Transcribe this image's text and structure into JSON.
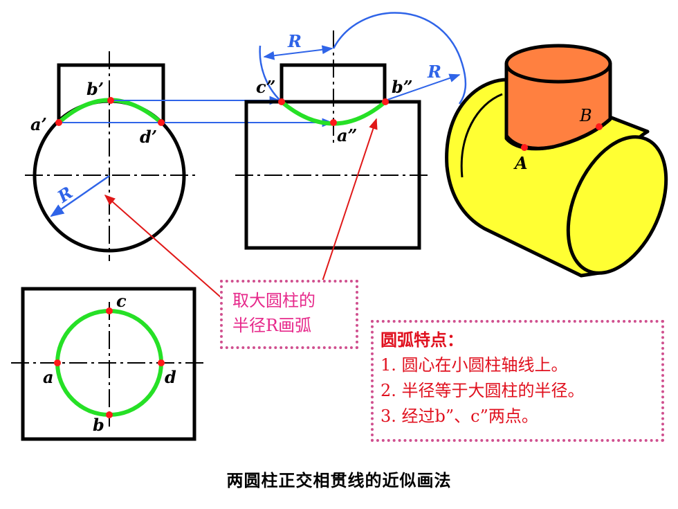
{
  "labels": {
    "front": {
      "a": "a’",
      "b": "b’",
      "d": "d’"
    },
    "side": {
      "c": "c”",
      "b": "b”",
      "a": "a”"
    },
    "top": {
      "a": "a",
      "b": "b",
      "c": "c",
      "d": "d"
    },
    "radius": "R",
    "iso": {
      "A": "A",
      "B": "B"
    }
  },
  "note_radius": {
    "line1": "取大圆柱的",
    "line2": "半径R画弧"
  },
  "note_features": {
    "title": "圆弧特点：",
    "items": [
      "1. 圆心在小圆柱轴线上。",
      "2. 半径等于大圆柱的半径。",
      "3. 经过b”、c”两点。"
    ]
  },
  "caption": "两圆柱正交相贯线的近似画法",
  "colors": {
    "curve": "#26e026",
    "point": "#ff1a1a",
    "dimension": "#2f64e8",
    "leader": "#e01818",
    "note_border": "#d0508f",
    "note_radius_text": "#e6288a",
    "note_features_text": "#e0101e",
    "small_cylinder": "#ff8040",
    "large_cylinder": "#ffff33"
  }
}
